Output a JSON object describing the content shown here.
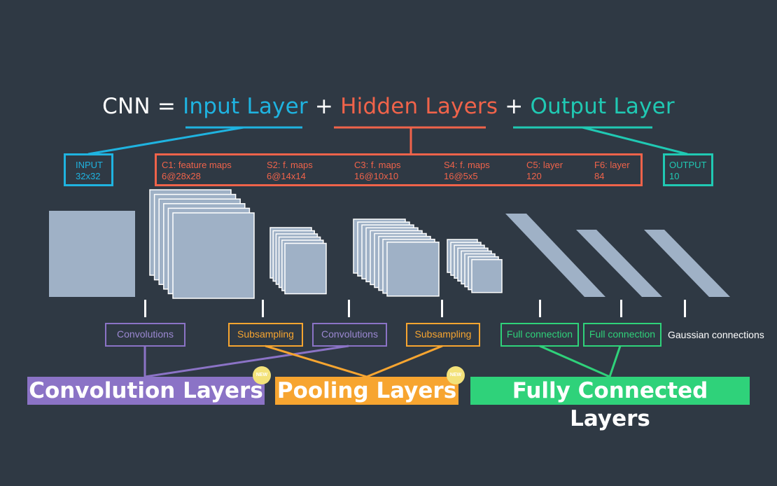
{
  "title": {
    "prefix": "CNN",
    "eq": "=",
    "input": "Input Layer",
    "plus1": "+",
    "hidden": "Hidden Layers",
    "plus2": "+",
    "output": "Output Layer"
  },
  "colors": {
    "background": "#2f3944",
    "input": "#1fb3e0",
    "hidden": "#f0634a",
    "output": "#20c9b3",
    "conv": "#8b73c6",
    "pool": "#f7a530",
    "fc": "#2fd27a",
    "maps": "#9fb1c6"
  },
  "input_box": {
    "line1": "INPUT",
    "line2": "32x32"
  },
  "hidden_box": [
    {
      "name": "C1:  feature maps",
      "size": "6@28x28"
    },
    {
      "name": "S2:  f. maps",
      "size": "6@14x14"
    },
    {
      "name": "C3:  f. maps",
      "size": "16@10x10"
    },
    {
      "name": "S4:  f. maps",
      "size": "16@5x5"
    },
    {
      "name": "C5:  layer",
      "size": "120"
    },
    {
      "name": "F6:  layer",
      "size": "84"
    }
  ],
  "output_box": {
    "line1": "OUTPUT",
    "line2": "10"
  },
  "operations": [
    {
      "label": "Convolutions",
      "kind": "conv"
    },
    {
      "label": "Subsampling",
      "kind": "pool"
    },
    {
      "label": "Convolutions",
      "kind": "conv"
    },
    {
      "label": "Subsampling",
      "kind": "pool"
    },
    {
      "label": "Full connection",
      "kind": "fc"
    },
    {
      "label": "Full connection",
      "kind": "fc"
    }
  ],
  "gaussian": "Gaussian connections",
  "categories": {
    "conv": "Convolution Layers",
    "pool": "Pooling Layers",
    "fc": "Fully Connected Layers"
  },
  "badges": {
    "conv": "NEW",
    "pool": "NEW"
  }
}
